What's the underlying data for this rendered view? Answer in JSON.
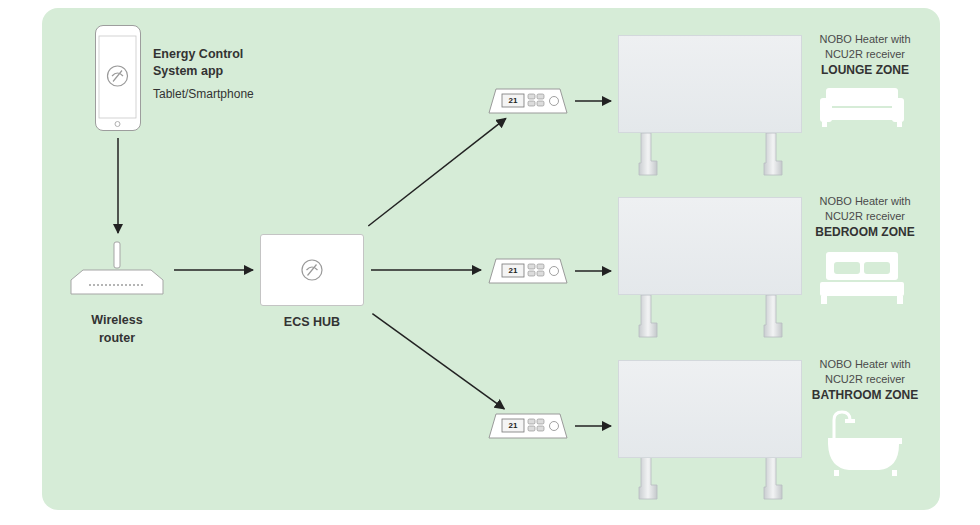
{
  "diagram": {
    "nodes": [
      {
        "text": [
          "Energy Control System app",
          "Tablet/Smartphone"
        ]
      },
      {
        "text": [
          "Wireless router"
        ]
      },
      {
        "text": [
          "ECS HUB"
        ]
      },
      {
        "text": [
          "21"
        ]
      },
      {
        "text": [
          "21"
        ]
      },
      {
        "text": [
          "21"
        ]
      },
      {
        "text": [
          "NOBO Heater with NCU2R receiver",
          "LOUNGE ZONE"
        ]
      },
      {
        "text": [
          "NOBO Heater with NCU2R receiver",
          "BEDROOM ZONE"
        ]
      },
      {
        "text": [
          "NOBO Heater with NCU2R receiver",
          "BATHROOM ZONE"
        ]
      }
    ],
    "edges": [
      {
        "from": 0,
        "to": 1,
        "arrow": "to"
      },
      {
        "from": 1,
        "to": 2,
        "arrow": "to"
      },
      {
        "from": 2,
        "to": 3,
        "arrow": "to"
      },
      {
        "from": 2,
        "to": 4,
        "arrow": "to"
      },
      {
        "from": 2,
        "to": 5,
        "arrow": "to"
      },
      {
        "from": 3,
        "to": 6,
        "arrow": "to"
      },
      {
        "from": 4,
        "to": 7,
        "arrow": "to"
      },
      {
        "from": 5,
        "to": 8,
        "arrow": "to"
      }
    ]
  }
}
